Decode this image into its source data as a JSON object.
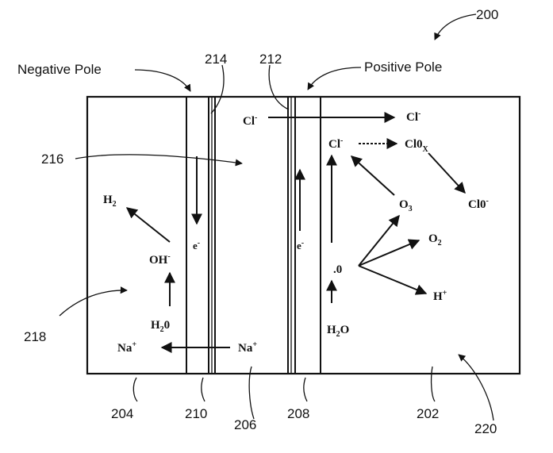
{
  "figure_number": "200",
  "poles": {
    "negative": "Negative Pole",
    "positive": "Positive Pole"
  },
  "refs": {
    "r202": "202",
    "r204": "204",
    "r206": "206",
    "r208": "208",
    "r210": "210",
    "r212": "212",
    "r214": "214",
    "r216": "216",
    "r218": "218",
    "r220": "220"
  },
  "species": {
    "h2": {
      "base": "H",
      "sub": "2"
    },
    "oh": {
      "base": "OH",
      "sup": "-"
    },
    "h2o_left": {
      "base": "H",
      "sub": "2",
      "tail": "0"
    },
    "na_left": {
      "base": "Na",
      "sup": "+"
    },
    "na_right": {
      "base": "Na",
      "sup": "+"
    },
    "e_left": {
      "base": "e",
      "sup": "-"
    },
    "e_right": {
      "base": "e",
      "sup": "-"
    },
    "cl_top_left": {
      "base": "Cl",
      "sup": "-"
    },
    "cl_top_right": {
      "base": "Cl",
      "sup": "-"
    },
    "cl_mid": {
      "base": "Cl",
      "sup": "-"
    },
    "clox": {
      "base": "Cl0",
      "sub": "X"
    },
    "clo": {
      "base": "Cl0",
      "sup": "-"
    },
    "o3": {
      "base": "O",
      "sub": "3"
    },
    "o2": {
      "base": "O",
      "sub": "2"
    },
    "o_radical": {
      "base": ".0"
    },
    "h_plus": {
      "base": "H",
      "sup": "+"
    },
    "h2o_right": {
      "base": "H",
      "sub": "2",
      "tail": "O"
    }
  }
}
